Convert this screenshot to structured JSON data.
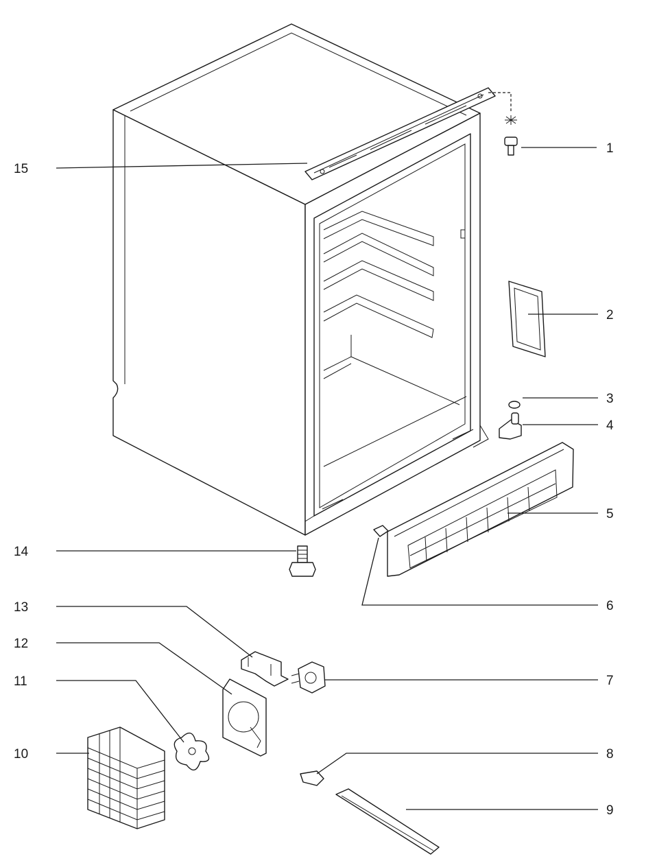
{
  "diagram": {
    "type": "exploded-parts-view",
    "colors": {
      "line": "#1a1a1a",
      "background": "#ffffff"
    },
    "parts": [
      {
        "number": "1"
      },
      {
        "number": "2"
      },
      {
        "number": "3"
      },
      {
        "number": "4"
      },
      {
        "number": "5"
      },
      {
        "number": "6"
      },
      {
        "number": "7"
      },
      {
        "number": "8"
      },
      {
        "number": "9"
      },
      {
        "number": "10"
      },
      {
        "number": "11"
      },
      {
        "number": "12"
      },
      {
        "number": "13"
      },
      {
        "number": "14"
      },
      {
        "number": "15"
      }
    ]
  }
}
